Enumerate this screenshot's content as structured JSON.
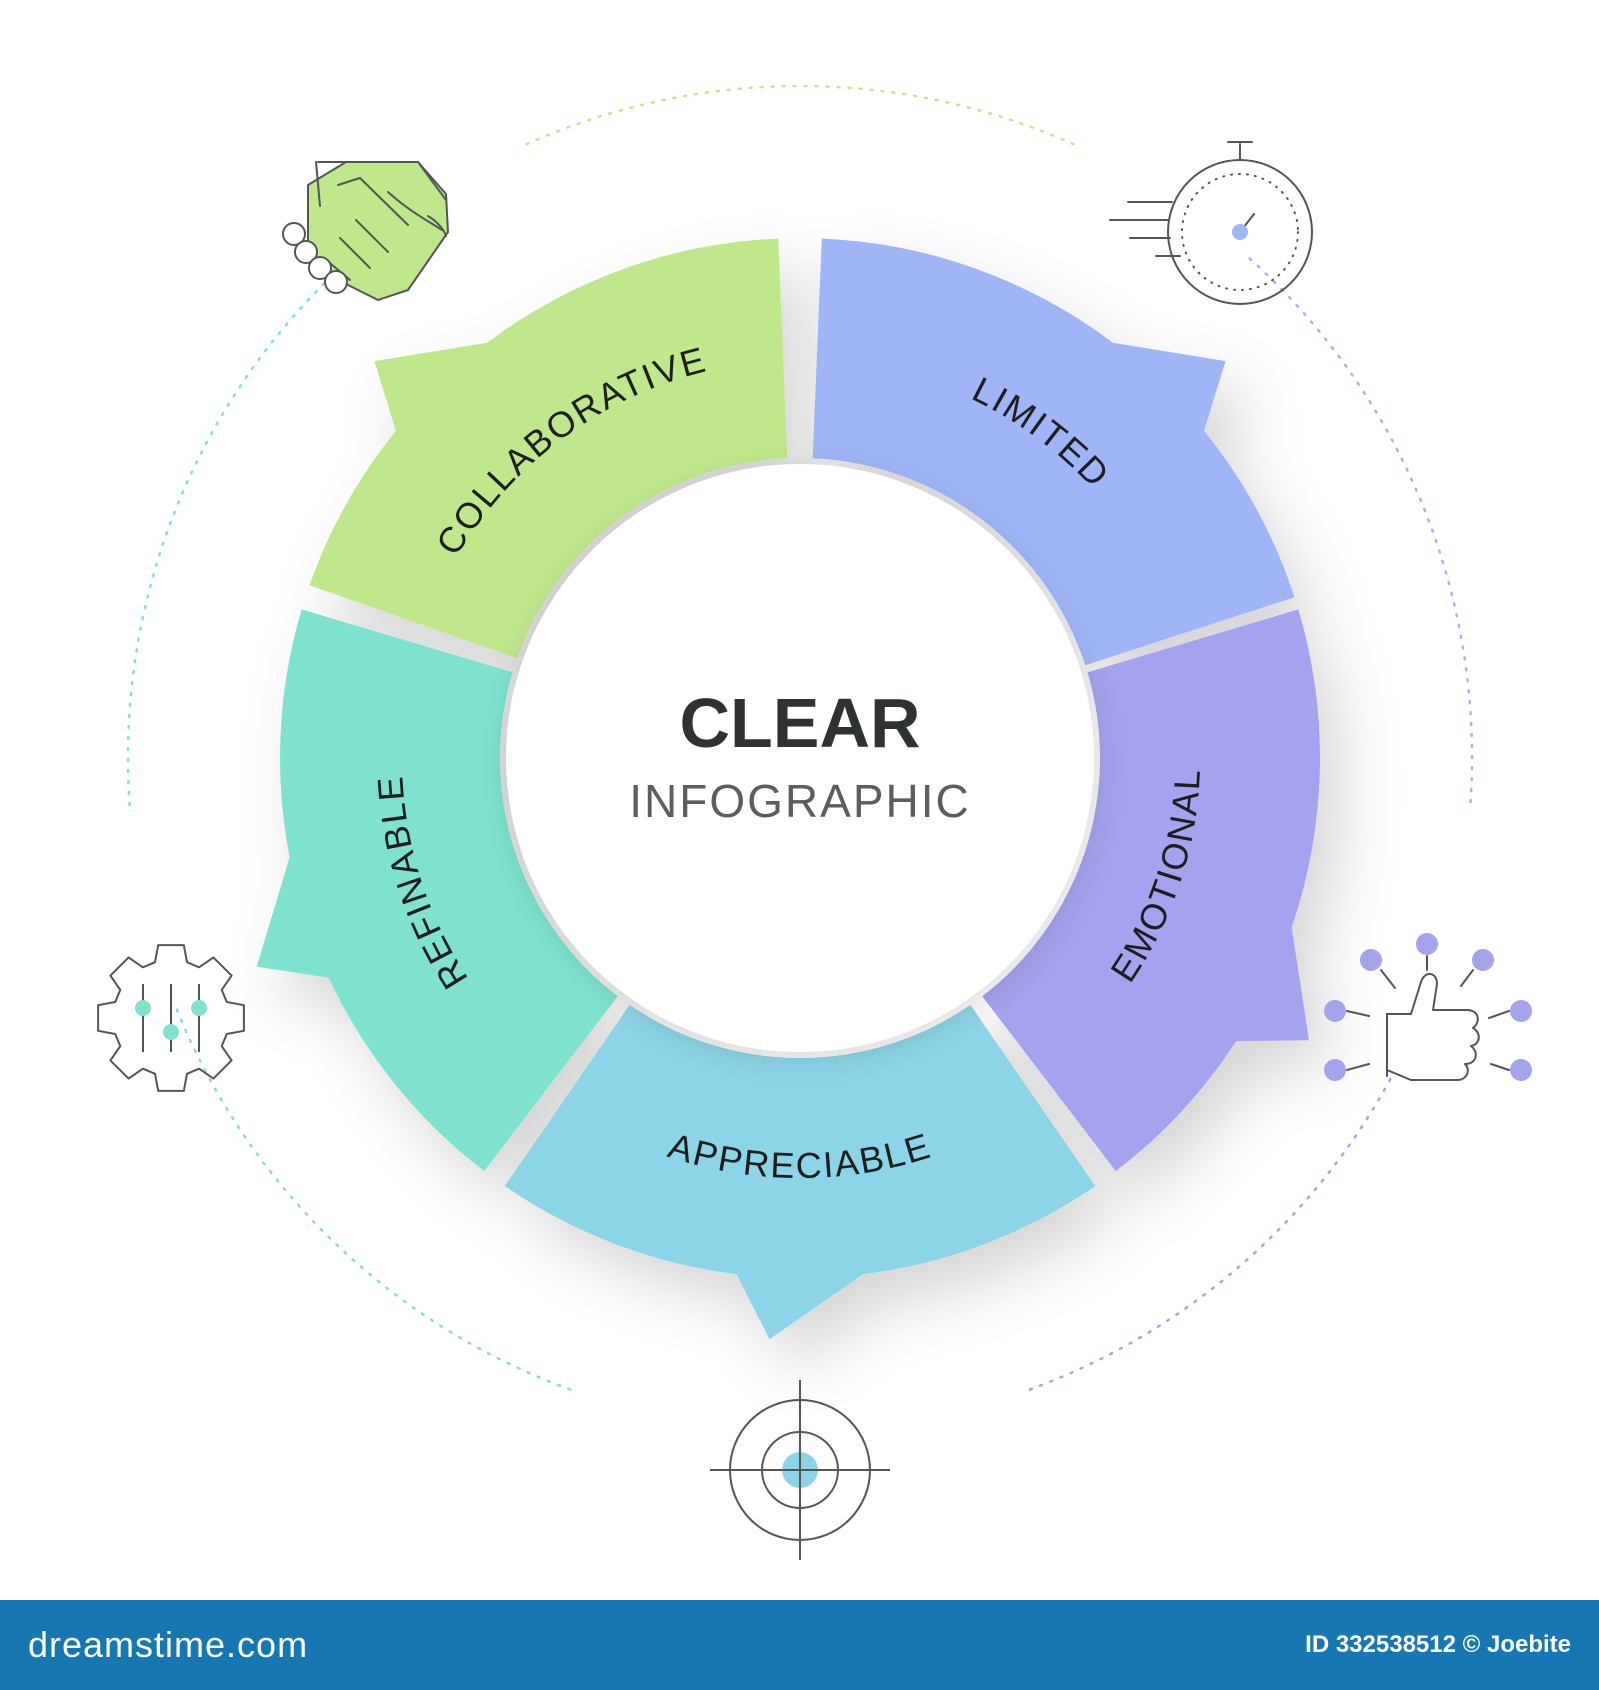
{
  "colors": {
    "collaborative": "#bfe88c",
    "limited": "#9fb5f5",
    "emotional": "#a5a2ee",
    "appreciable": "#8cd4e8",
    "refinable": "#7ee2cf",
    "title": "#2e3233",
    "subtitle": "#5a5e60",
    "footer_bg": "#1677b2",
    "icon_line": "#555555"
  },
  "diagram": {
    "title": "CLEAR",
    "subtitle": "INFOGRAPHIC",
    "segments": [
      {
        "label": "COLLABORATIVE",
        "color": "collaborative",
        "icon": "handshake-icon"
      },
      {
        "label": "LIMITED",
        "color": "limited",
        "icon": "stopwatch-icon"
      },
      {
        "label": "EMOTIONAL",
        "color": "emotional",
        "icon": "thumbs-up-icon"
      },
      {
        "label": "APPRECIABLE",
        "color": "appreciable",
        "icon": "target-icon"
      },
      {
        "label": "REFINABLE",
        "color": "refinable",
        "icon": "gear-sliders-icon"
      }
    ]
  },
  "footer": {
    "brand": "dreamstime.com",
    "credit": "ID 332538512 © Joebite"
  }
}
